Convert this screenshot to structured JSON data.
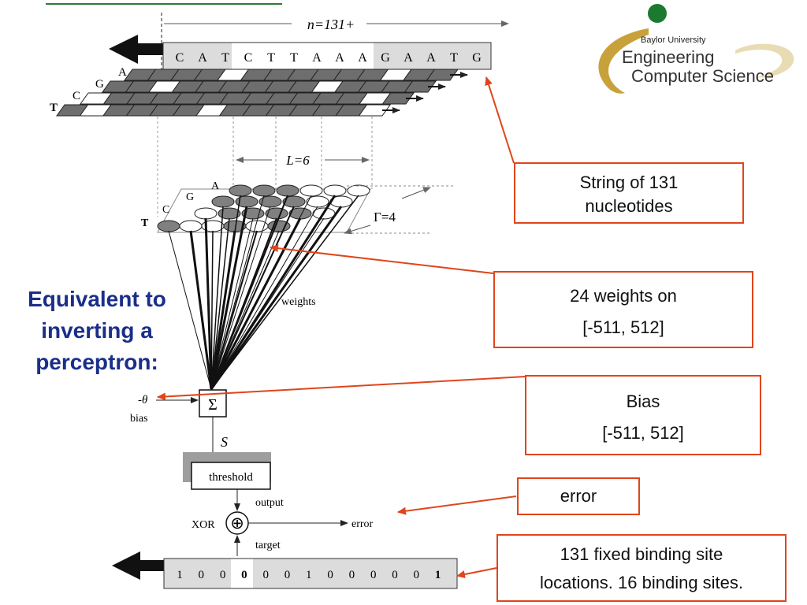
{
  "sequence": {
    "length_label": "n=131+",
    "bases": [
      "C",
      "A",
      "T",
      "C",
      "T",
      "T",
      "A",
      "A",
      "A",
      "G",
      "A",
      "A",
      "T",
      "G"
    ],
    "row_letters": [
      "A",
      "G",
      "C",
      "T"
    ]
  },
  "weight_grid": {
    "window_label": "L=6",
    "gamma_label": "Γ=4",
    "row_letters": [
      "A",
      "G",
      "C",
      "T"
    ],
    "weights_label": "weights"
  },
  "perceptron": {
    "sum_symbol": "Σ",
    "theta_label": "-θ",
    "bias_label": "bias",
    "s_label": "S",
    "threshold_label": "threshold",
    "output_label": "output",
    "xor_label": "XOR",
    "xor_symbol": "⊕",
    "error_label": "error",
    "target_label": "target"
  },
  "binding_sites": {
    "bits": [
      "1",
      "0",
      "0",
      "0",
      "0",
      "0",
      "1",
      "0",
      "0",
      "0",
      "0",
      "0",
      "1"
    ]
  },
  "side_text": [
    "Equivalent to",
    "inverting a",
    "perceptron:"
  ],
  "logo": {
    "line1": "Baylor University",
    "line2": "Engineering",
    "line3": "Computer Science"
  },
  "callouts": {
    "string": [
      "String of 131",
      "nucleotides"
    ],
    "weights": [
      "24 weights on",
      "[-511, 512]"
    ],
    "bias": [
      "Bias",
      "[-511, 512]"
    ],
    "error": [
      "error"
    ],
    "sites": [
      "131 fixed binding site",
      "locations.  16 binding sites."
    ]
  },
  "colors": {
    "accent": "#e0451b",
    "side_text": "#1a2e8a",
    "header_line": "#2e7d32",
    "cell_gray": "#6e6e6e",
    "logo_gold": "#c8a13a",
    "logo_green": "#1b7a2f"
  }
}
